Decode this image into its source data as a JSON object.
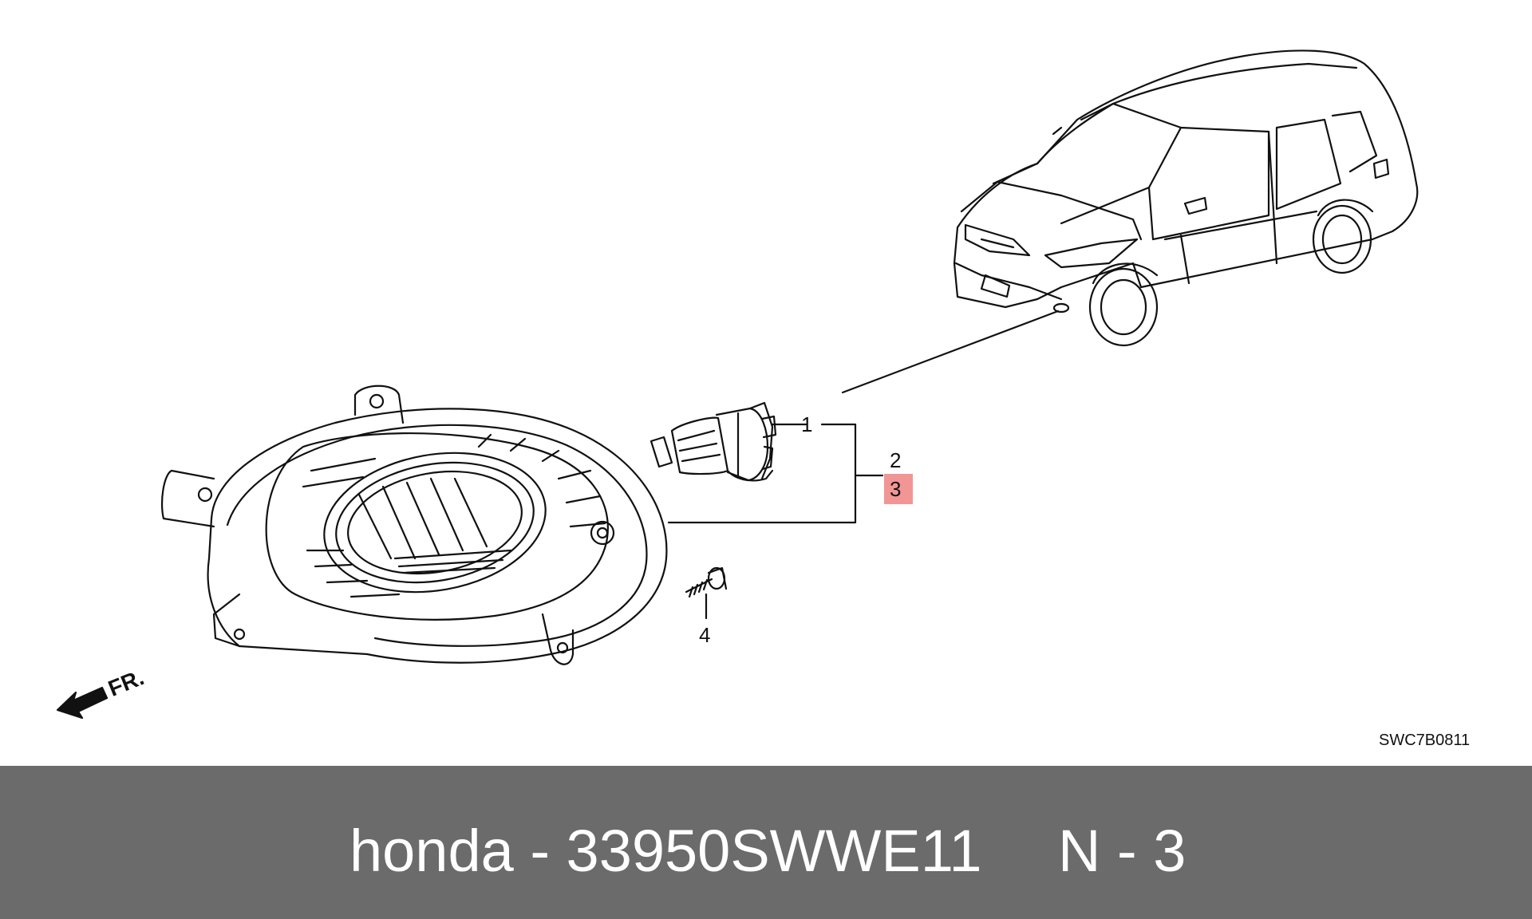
{
  "diagram": {
    "callouts": {
      "c1": "1",
      "c2": "2",
      "c3": "3",
      "c4": "4"
    },
    "highlight_color": "#f29595",
    "direction_label": "FR.",
    "reference": "SWC7B0811"
  },
  "footer": {
    "title": "honda - 33950SWWE11",
    "code": "N - 3",
    "background": "#6b6b6b"
  }
}
